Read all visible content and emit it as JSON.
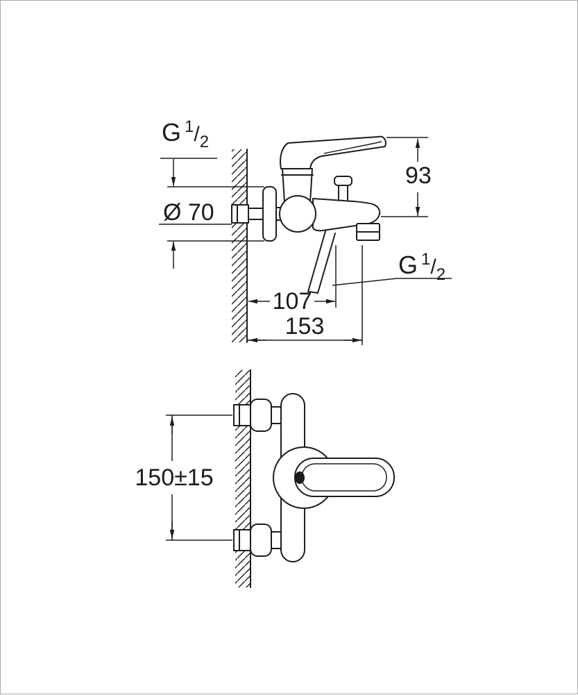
{
  "drawing": {
    "colors": {
      "line": "#1c1c1c",
      "background": "#ffffff",
      "border": "#ababab"
    },
    "side_view": {
      "labels": {
        "inlet_thread": {
          "base": "G",
          "numerator": "1",
          "slash": "/",
          "denominator": "2"
        },
        "escutcheon_diameter": "Ø 70",
        "height_above_outlet": "93",
        "shower_outlet_thread": {
          "base": "G",
          "numerator": "1",
          "slash": "/",
          "denominator": "2"
        },
        "wall_to_shower_outlet": "107",
        "projection": "153"
      }
    },
    "front_view": {
      "labels": {
        "inlet_spacing": "150±15"
      }
    }
  }
}
